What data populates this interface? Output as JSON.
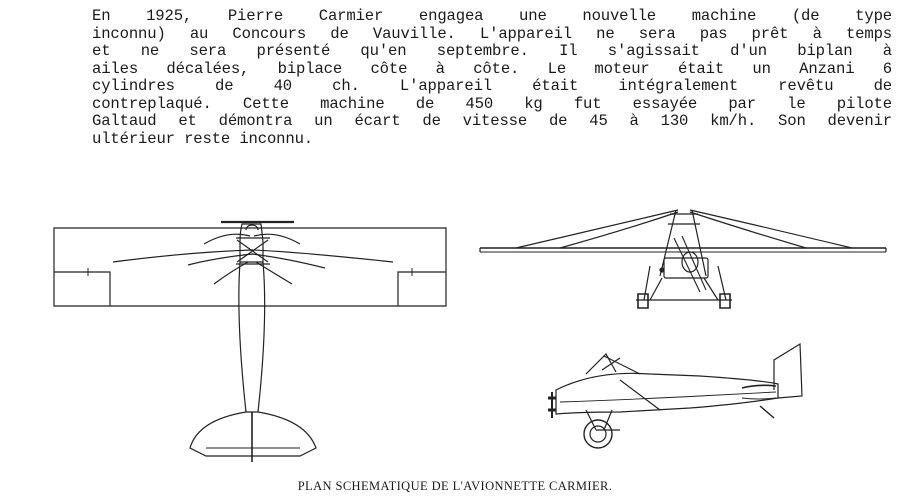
{
  "text": {
    "lines": [
      "En 1925, Pierre Carmier engagea une nouvelle machine (de type",
      "inconnu) au Concours de Vauville. L'appareil ne sera pas prêt à temps",
      "et ne sera présenté qu'en septembre. Il s'agissait d'un biplan à",
      "ailes décalées, biplace côte à côte. Le moteur était un Anzani 6",
      "cylindres de 40 ch. L'appareil était intégralement revêtu de",
      "contreplaqué. Cette machine de 450 kg fut essayée par le pilote",
      "Galtaud et démontra un écart de vitesse de 45 à 130 km/h. Son devenir",
      "ultérieur reste inconnu."
    ]
  },
  "figure": {
    "caption": "PLAN SCHEMATIQUE DE L'AVIONNETTE CARMIER."
  }
}
